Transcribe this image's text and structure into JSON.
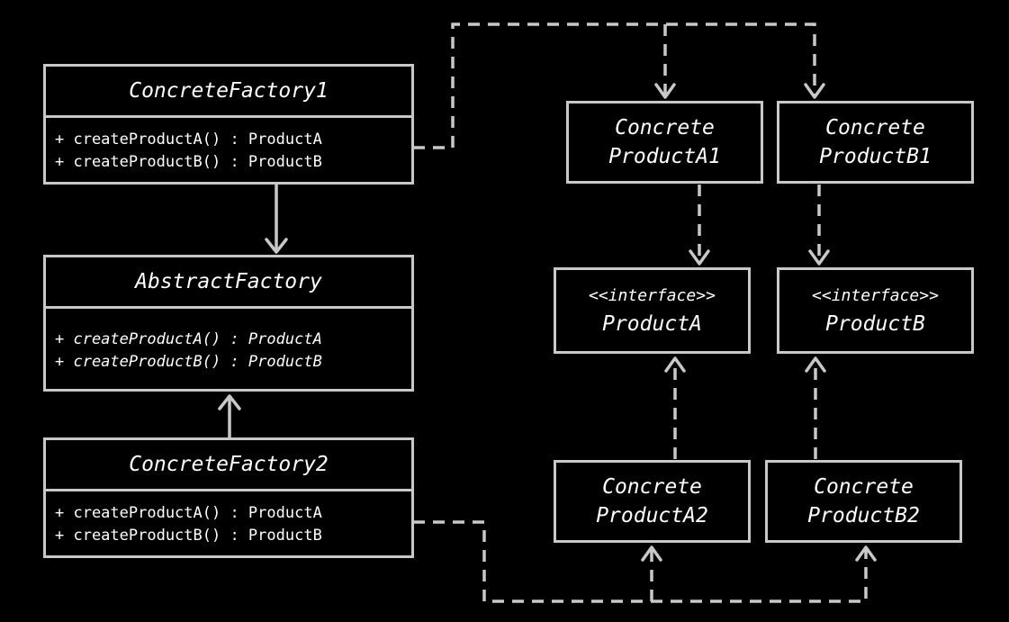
{
  "concrete_factory_1": {
    "title": "ConcreteFactory1",
    "ops": [
      "+ createProductA() : ProductA",
      "+ createProductB() : ProductB"
    ]
  },
  "abstract_factory": {
    "title": "AbstractFactory",
    "ops": [
      "+ createProductA() : ProductA",
      "+ createProductB() : ProductB"
    ]
  },
  "concrete_factory_2": {
    "title": "ConcreteFactory2",
    "ops": [
      "+ createProductA() : ProductA",
      "+ createProductB() : ProductB"
    ]
  },
  "product_a1": {
    "line1": "Concrete",
    "line2": "ProductA1"
  },
  "product_b1": {
    "line1": "Concrete",
    "line2": "ProductB1"
  },
  "product_a": {
    "stereotype": "<<interface>>",
    "name": "ProductA"
  },
  "product_b": {
    "stereotype": "<<interface>>",
    "name": "ProductB"
  },
  "product_a2": {
    "line1": "Concrete",
    "line2": "ProductA2"
  },
  "product_b2": {
    "line1": "Concrete",
    "line2": "ProductB2"
  },
  "colors": {
    "background": "#000000",
    "stroke": "#c8c8c8",
    "text": "#ffffff"
  }
}
